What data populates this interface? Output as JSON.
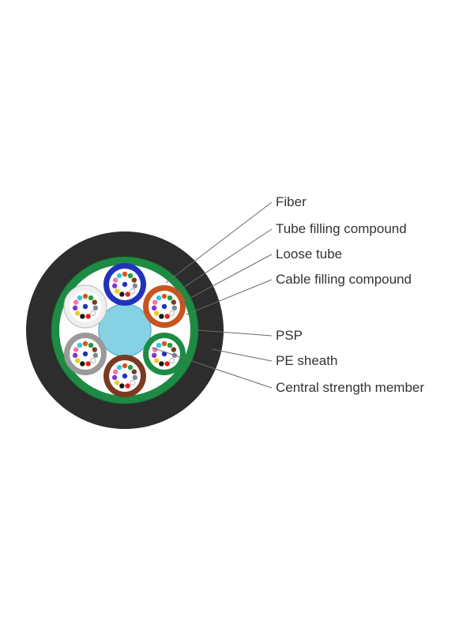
{
  "labels": [
    "Fiber",
    "Tube filling compound",
    "Loose tube",
    "Cable filling compound",
    "PSP",
    "PE sheath",
    "Central strength member"
  ],
  "colors": {
    "pe_sheath": "#2d2d2d",
    "psp": "#1e8b44",
    "interior": "#fdfdfd",
    "central_strength_member": "#86d2e4",
    "central_strength_member_edge": "#5fb9cf",
    "leader_line": "#6a6a6a",
    "label_text": "#333333"
  },
  "tubes": [
    {
      "name": "blue",
      "ring": "#2233bb",
      "stroke": "none"
    },
    {
      "name": "orange",
      "ring": "#c8551e",
      "stroke": "none"
    },
    {
      "name": "green",
      "ring": "#1e8b44",
      "stroke": "none"
    },
    {
      "name": "brown",
      "ring": "#7a3a20",
      "stroke": "none"
    },
    {
      "name": "gray",
      "ring": "#9a9a9a",
      "stroke": "none"
    },
    {
      "name": "white",
      "ring": "#efefef",
      "stroke": "#bbbbbb"
    }
  ],
  "fiber_colors": [
    "#2233bb",
    "#d4581e",
    "#1e9d44",
    "#7a3a20",
    "#7a8a99",
    "#f5f5f5",
    "#dd2222",
    "#1a1a1a",
    "#e8cc22",
    "#8833cc",
    "#ee77aa",
    "#33c8dd"
  ]
}
